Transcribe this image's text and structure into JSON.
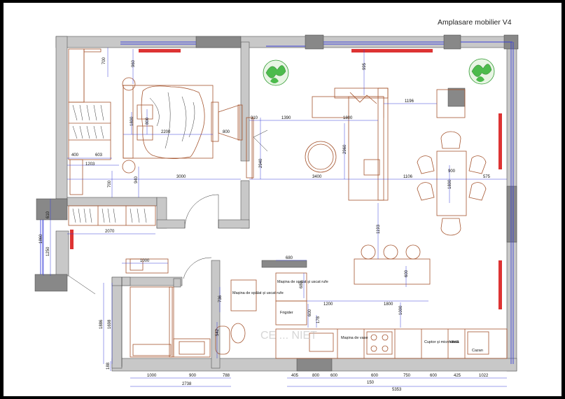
{
  "title": "Amplasare mobilier V4",
  "watermark": "CE ... NIET",
  "labels": {
    "washer_bath": "Mașina de spălat și uscat rufe",
    "washer_kitchen": "Mașina de spălat și uscat rufe",
    "fridge": "Frigider",
    "dishwasher": "Mașina de vase",
    "oven": "Cuptor și microundă",
    "sink": "Vitină",
    "boiler": "Cazan"
  },
  "dims": {
    "d700a": "700",
    "d960": "960",
    "d995": "995",
    "d1800a": "1800",
    "d800a": "800",
    "d2200": "2200",
    "d800b": "800",
    "d310": "310",
    "d1390": "1390",
    "d1800b": "1800",
    "d1196": "1196",
    "d400a": "400",
    "d603": "603",
    "d1203": "1203",
    "d2960": "2960",
    "d2940": "2940",
    "d3400": "3400",
    "d3000": "3000",
    "d940": "940",
    "d700b": "700",
    "d1106": "1106",
    "d900a": "900",
    "d1800c": "1800",
    "d575": "575",
    "d610": "610",
    "d2070": "2070",
    "d1860": "1860",
    "d1250": "1250",
    "d1193": "1193",
    "d1000a": "1000",
    "d680a": "680",
    "d680b": "680",
    "d736": "736",
    "d600a": "600",
    "d178": "178",
    "d1200": "1200",
    "d1800d": "1800",
    "d1000b": "1000",
    "d600b": "600",
    "d1886": "1886",
    "d1698": "1698",
    "d188": "188",
    "d542": "542",
    "b1000": "1000",
    "b900": "900",
    "b788": "788",
    "b2738": "2738",
    "b405": "405",
    "b800": "800",
    "b600a": "600",
    "b600b": "600",
    "b750": "750",
    "b600c": "600",
    "b425": "425",
    "b1022": "1022",
    "b150": "150",
    "b5353": "5353"
  },
  "colors": {
    "wall": "#c8c8c8",
    "column": "#888888",
    "dimension": "#3a40d8",
    "furniture": "#a5552f",
    "radiator": "#dd3333",
    "plant": "#2e9a2e"
  }
}
